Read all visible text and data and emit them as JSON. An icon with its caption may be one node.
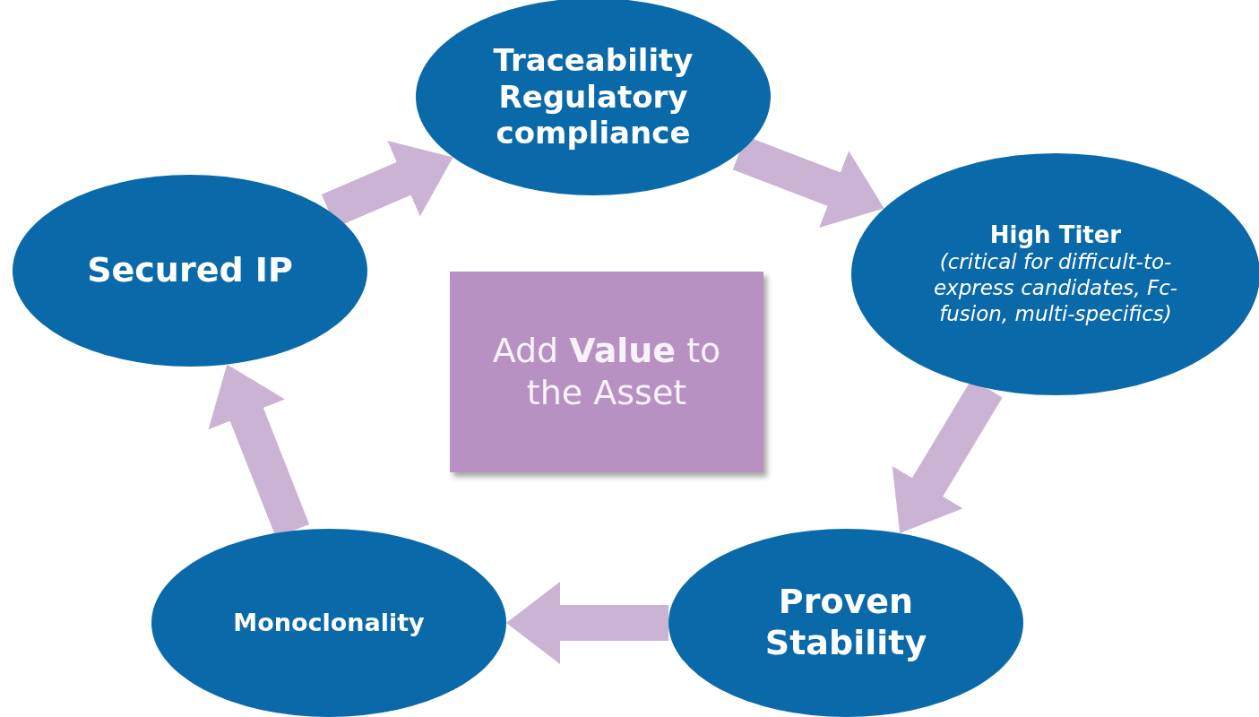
{
  "diagram": {
    "nodes": [
      {
        "text": [
          "Traceability Regulatory compliance"
        ]
      },
      {
        "text": [
          "High Titer",
          "(critical for difficult-to-express candidates, Fc-fusion, multi-specifics)"
        ]
      },
      {
        "text": [
          "Proven Stability"
        ]
      },
      {
        "text": [
          "Monoclonality"
        ]
      },
      {
        "text": [
          "Secured IP"
        ]
      },
      {
        "text": [
          "Add **Value** to the Asset"
        ]
      }
    ],
    "edges": [
      {
        "from": 0,
        "to": 1,
        "arrow": "to"
      },
      {
        "from": 1,
        "to": 2,
        "arrow": "to"
      },
      {
        "from": 2,
        "to": 3,
        "arrow": "to"
      },
      {
        "from": 3,
        "to": 4,
        "arrow": "to"
      },
      {
        "from": 4,
        "to": 0,
        "arrow": "to"
      }
    ]
  }
}
